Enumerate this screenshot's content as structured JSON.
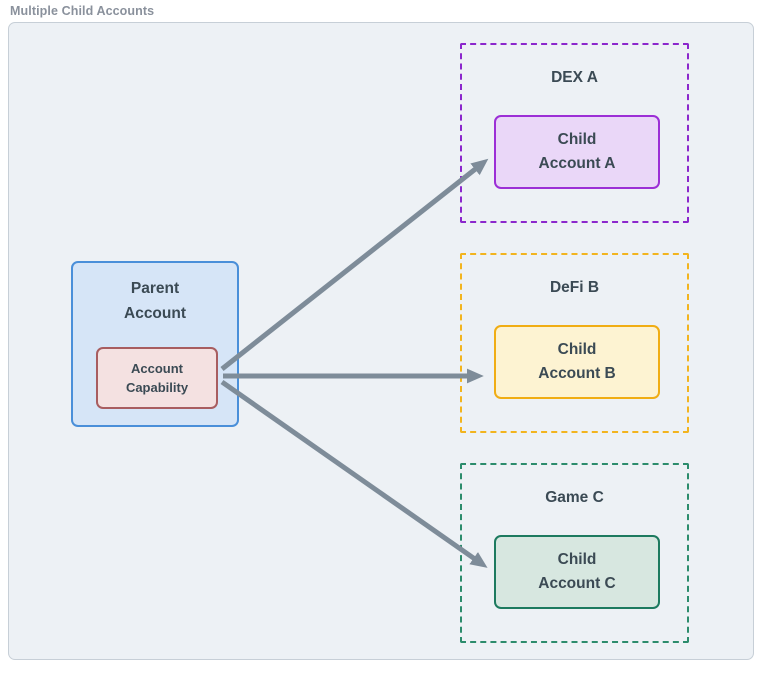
{
  "title": "Multiple Child Accounts",
  "diagram": {
    "parent": {
      "label": "Parent\nAccount",
      "capability_label": "Account\nCapability"
    },
    "groups": [
      {
        "name": "DEX A",
        "child_label": "Child\nAccount A"
      },
      {
        "name": "DeFi B",
        "child_label": "Child\nAccount B"
      },
      {
        "name": "Game C",
        "child_label": "Child\nAccount C"
      }
    ],
    "edges": [
      {
        "from": "Account Capability",
        "to": "Child Account A"
      },
      {
        "from": "Account Capability",
        "to": "Child Account B"
      },
      {
        "from": "Account Capability",
        "to": "Child Account C"
      }
    ],
    "colors": {
      "canvas_background": "#edf1f5",
      "canvas_border": "#c7cfd7",
      "title_text": "#8a919c",
      "label_text": "#3b4a54",
      "parent_fill": "#d6e5f7",
      "parent_border": "#4a8fd9",
      "capability_fill": "#f4e1e1",
      "capability_border": "#a85d60",
      "group_a_dash": "#8b27cc",
      "child_a_fill": "#ead7f8",
      "child_a_border": "#9c2fd6",
      "group_b_dash": "#f2b41e",
      "child_b_fill": "#fdf3d2",
      "child_b_border": "#f0ad14",
      "group_c_dash": "#2c8c6c",
      "child_c_fill": "#d7e7e0",
      "child_c_border": "#1d7a5f",
      "arrow": "#7e8c99"
    }
  }
}
